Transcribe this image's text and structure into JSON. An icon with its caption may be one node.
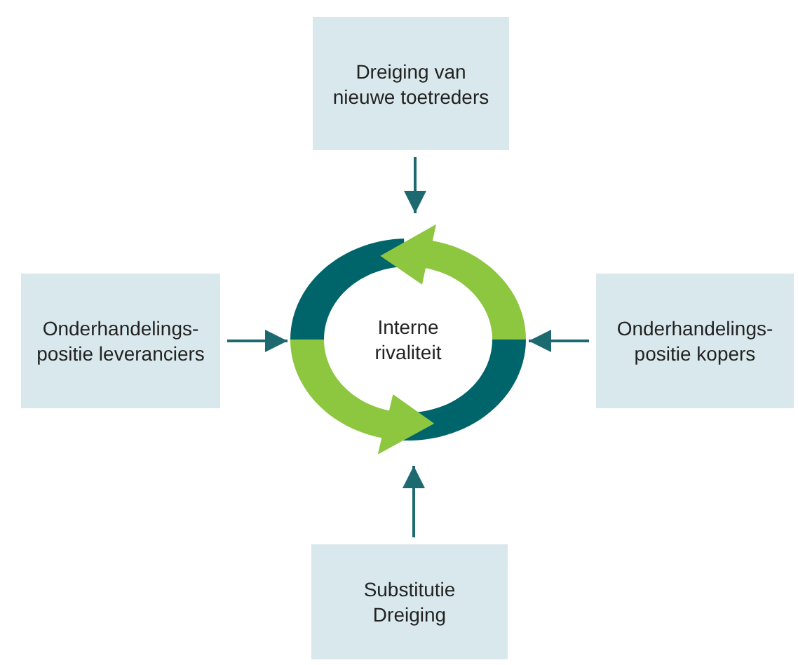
{
  "diagram": {
    "nodes": [
      {
        "text": [
          "Dreiging van nieuwe toetreders"
        ]
      },
      {
        "text": [
          "Onderhandelings-positie leveranciers"
        ]
      },
      {
        "text": [
          "Interne rivaliteit"
        ]
      },
      {
        "text": [
          "Onderhandelings-positie kopers"
        ]
      },
      {
        "text": [
          "Substitutie Dreiging"
        ]
      }
    ],
    "edges": [
      {
        "from": 0,
        "to": 2,
        "arrow": "to"
      },
      {
        "from": 1,
        "to": 2,
        "arrow": "to"
      },
      {
        "from": 3,
        "to": 2,
        "arrow": "to"
      },
      {
        "from": 4,
        "to": 2,
        "arrow": "to"
      }
    ]
  }
}
